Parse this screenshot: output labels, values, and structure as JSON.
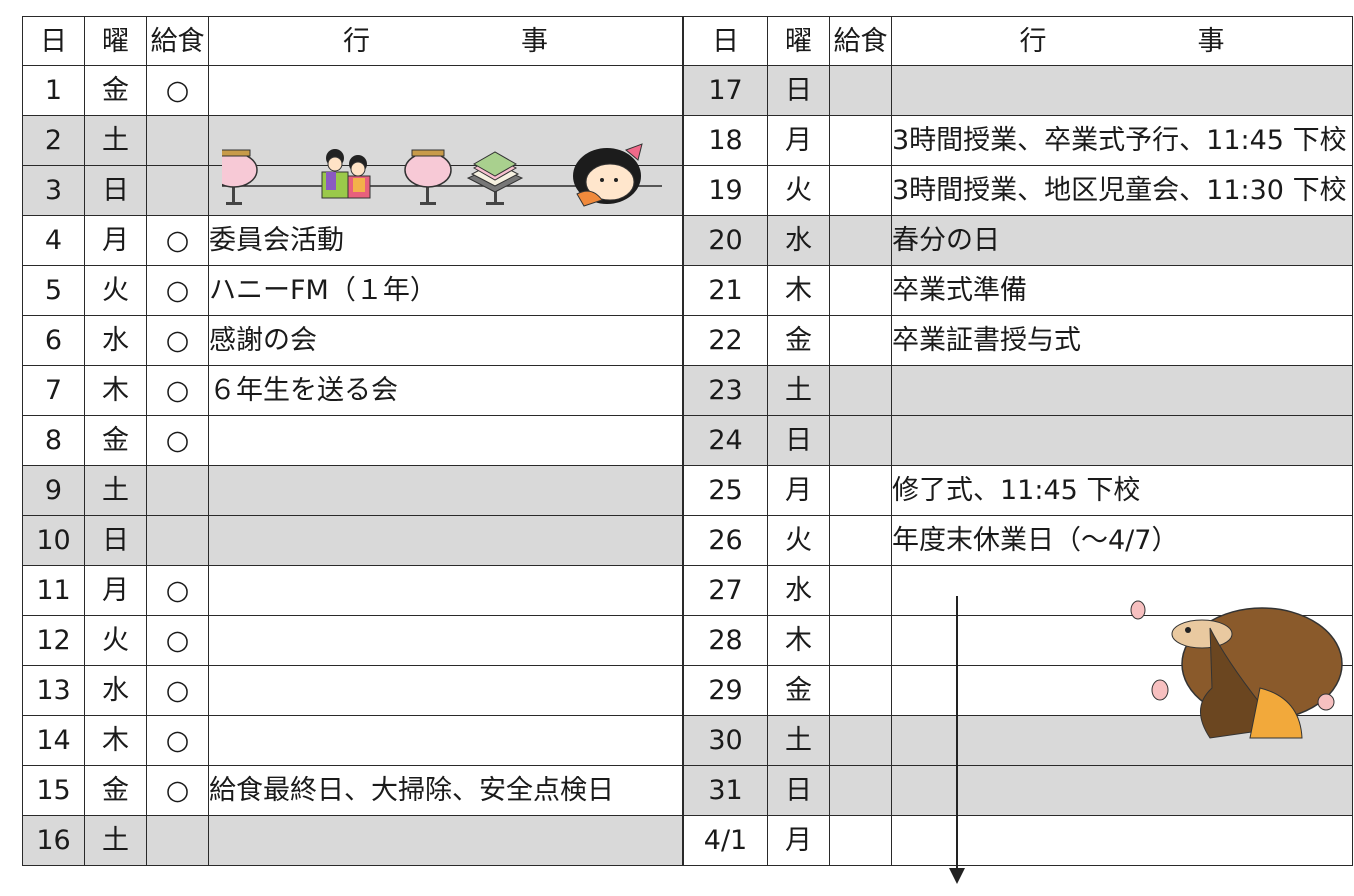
{
  "headers": {
    "day": "日",
    "weekday": "曜",
    "meal": "給食",
    "event_a": "行",
    "event_b": "事"
  },
  "left_rows": [
    {
      "day": "1",
      "wd": "金",
      "meal": "○",
      "event": "",
      "gray": false
    },
    {
      "day": "2",
      "wd": "土",
      "meal": "",
      "event": "",
      "gray": true
    },
    {
      "day": "3",
      "wd": "日",
      "meal": "",
      "event": "",
      "gray": true
    },
    {
      "day": "4",
      "wd": "月",
      "meal": "○",
      "event": "委員会活動",
      "gray": false
    },
    {
      "day": "5",
      "wd": "火",
      "meal": "○",
      "event": "ハニーFM（１年）",
      "gray": false
    },
    {
      "day": "6",
      "wd": "水",
      "meal": "○",
      "event": "感謝の会",
      "gray": false
    },
    {
      "day": "7",
      "wd": "木",
      "meal": "○",
      "event": "６年生を送る会",
      "gray": false
    },
    {
      "day": "8",
      "wd": "金",
      "meal": "○",
      "event": "",
      "gray": false
    },
    {
      "day": "9",
      "wd": "土",
      "meal": "",
      "event": "",
      "gray": true
    },
    {
      "day": "10",
      "wd": "日",
      "meal": "",
      "event": "",
      "gray": true
    },
    {
      "day": "11",
      "wd": "月",
      "meal": "○",
      "event": "",
      "gray": false
    },
    {
      "day": "12",
      "wd": "火",
      "meal": "○",
      "event": "",
      "gray": false
    },
    {
      "day": "13",
      "wd": "水",
      "meal": "○",
      "event": "",
      "gray": false
    },
    {
      "day": "14",
      "wd": "木",
      "meal": "○",
      "event": "",
      "gray": false
    },
    {
      "day": "15",
      "wd": "金",
      "meal": "○",
      "event": "給食最終日、大掃除、安全点検日",
      "gray": false
    },
    {
      "day": "16",
      "wd": "土",
      "meal": "",
      "event": "",
      "gray": true
    }
  ],
  "right_rows": [
    {
      "day": "17",
      "wd": "日",
      "meal": "",
      "event": "",
      "gray": true
    },
    {
      "day": "18",
      "wd": "月",
      "meal": "",
      "event": "3時間授業、卒業式予行、11:45 下校",
      "gray": false
    },
    {
      "day": "19",
      "wd": "火",
      "meal": "",
      "event": "3時間授業、地区児童会、11:30 下校",
      "gray": false
    },
    {
      "day": "20",
      "wd": "水",
      "meal": "",
      "event": "春分の日",
      "gray": true
    },
    {
      "day": "21",
      "wd": "木",
      "meal": "",
      "event": "卒業式準備",
      "gray": false
    },
    {
      "day": "22",
      "wd": "金",
      "meal": "",
      "event": "卒業証書授与式",
      "gray": false
    },
    {
      "day": "23",
      "wd": "土",
      "meal": "",
      "event": "",
      "gray": true
    },
    {
      "day": "24",
      "wd": "日",
      "meal": "",
      "event": "",
      "gray": true
    },
    {
      "day": "25",
      "wd": "月",
      "meal": "",
      "event": "修了式、11:45 下校",
      "gray": false
    },
    {
      "day": "26",
      "wd": "火",
      "meal": "",
      "event": "年度末休業日（～4/7）",
      "gray": false
    },
    {
      "day": "27",
      "wd": "水",
      "meal": "",
      "event": "",
      "gray": false
    },
    {
      "day": "28",
      "wd": "木",
      "meal": "",
      "event": "",
      "gray": false
    },
    {
      "day": "29",
      "wd": "金",
      "meal": "",
      "event": "",
      "gray": false
    },
    {
      "day": "30",
      "wd": "土",
      "meal": "",
      "event": "",
      "gray": true
    },
    {
      "day": "31",
      "wd": "日",
      "meal": "",
      "event": "",
      "gray": true
    },
    {
      "day": "4/1",
      "wd": "月",
      "meal": "",
      "event": "",
      "gray": false
    }
  ],
  "colors": {
    "gray": "#d9d9d9",
    "border": "#2a2a2a"
  }
}
